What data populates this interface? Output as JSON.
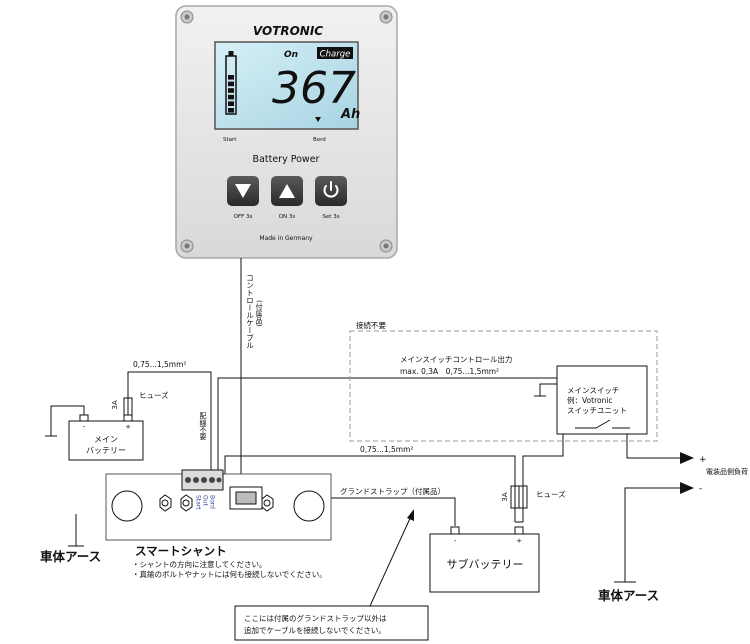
{
  "panel": {
    "brand": "VOTRONIC",
    "lcd_on": "On",
    "lcd_charge": "Charge",
    "lcd_value": "367",
    "lcd_unit": "Ah",
    "lcd_start": "Start",
    "lcd_bord": "Bord",
    "title": "Battery Power",
    "btn_off_label": "OFF 3s",
    "btn_on_label": "ON 3s",
    "btn_set_label": "Set 3s",
    "made_in": "Made in Germany",
    "battery_level": 0.8
  },
  "labels": {
    "control_cable": "コントロールケーブル",
    "control_cable_note": "(付属品)",
    "no_connection_needed": "接続不要",
    "main_switch_output": "メインスイッチコントロール出力",
    "main_switch_spec": "max. 0,3A　0,75...1,5mm²",
    "wire_size_top": "0,75...1,5mm²",
    "wire_size_mid": "0,75...1,5mm²",
    "fuse_left_rating": "3A",
    "fuse_left": "ヒューズ",
    "fuse_right_rating": "3A",
    "fuse_right": "ヒューズ",
    "wiring_not_needed": "配線不要",
    "main_battery_line1": "メイン",
    "main_battery_line2": "バッテリー",
    "main_switch_line1": "メインスイッチ",
    "main_switch_line2": "例：Votronic",
    "main_switch_line3": "スイッチユニット",
    "load": "電装品側負荷",
    "load_plus": "+",
    "load_minus": "-",
    "ground_strap": "グランドストラップ（付属品）",
    "sub_battery": "サブバッテリー",
    "smart_shunt": "スマートシャント",
    "shunt_note1": "・シャントの方向に注意してください。",
    "shunt_note2": "・真鍮のボルトやナットには何も接続しないでください。",
    "body_earth_left": "車体アース",
    "body_earth_right": "車体アース",
    "callout_line1": "ここには付属のグランドストラップ以外は",
    "callout_line2": "追加でケーブルを接続しないでください。",
    "terminal_bord": "Bord",
    "terminal_start": "Start",
    "terminal_out": "Out",
    "batt_minus": "-",
    "batt_plus": "+"
  }
}
